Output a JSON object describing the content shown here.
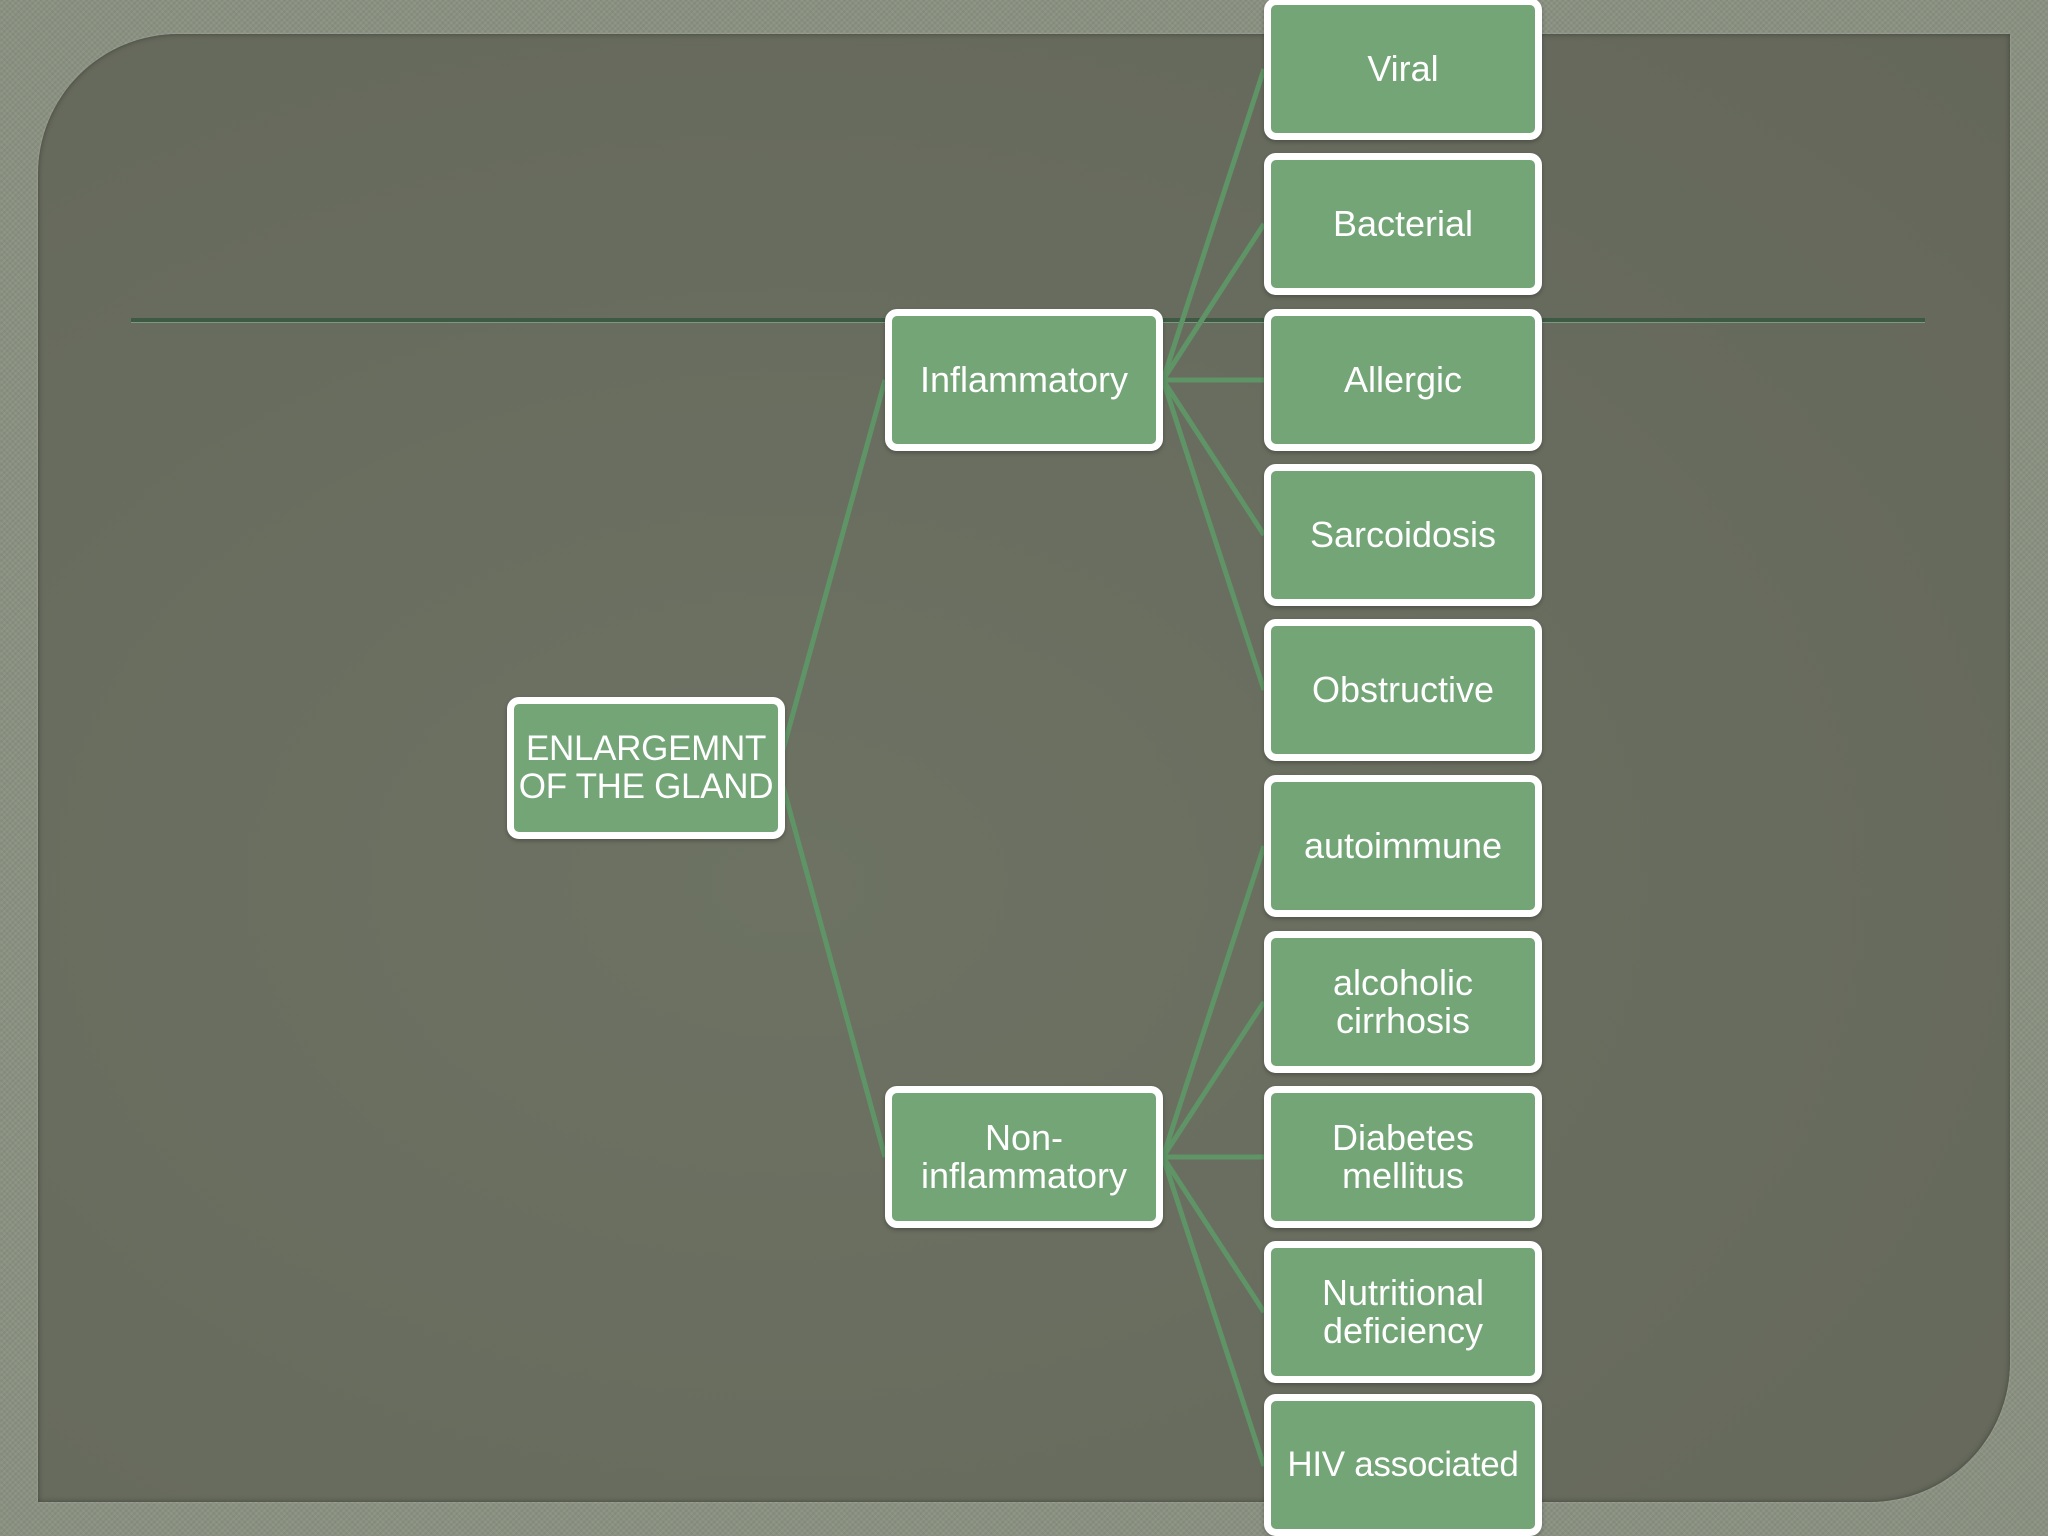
{
  "diagram": {
    "root": "ENLARGEMNT OF THE GLAND",
    "branches": [
      {
        "label": "Inflammatory",
        "children": [
          "Viral",
          "Bacterial",
          "Allergic",
          "Sarcoidosis",
          "Obstructive"
        ]
      },
      {
        "label": "Non-inflammatory",
        "children": [
          "autoimmune",
          "alcoholic cirrhosis",
          "Diabetes mellitus",
          "Nutritional deficiency",
          "HIV associated"
        ]
      }
    ]
  },
  "colors": {
    "background": "#686c5e",
    "node_fill": "#73a577",
    "node_border": "#ffffff",
    "connector": "#5f9466",
    "title_rule": "#3e5a45"
  }
}
